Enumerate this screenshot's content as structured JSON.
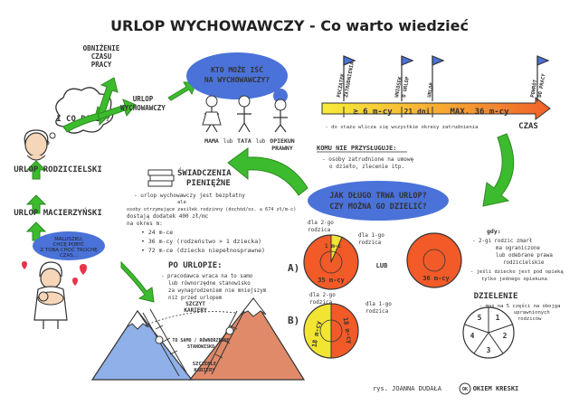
{
  "title": "URLOP WYCHOWAWCZY - Co warto wiedzieć",
  "left_column": {
    "macierzynski": "URLOP MACIERZYŃSKI",
    "rodzicielski": "URLOP RODZICIELSKI",
    "i_co_dalej": "I CO DALEJ?",
    "baby_bubble": [
      "MALUSZKU,",
      "CHCĘ POBYĆ",
      "Z TOBĄ CHOĆ TROCHĘ",
      "CZAS..."
    ]
  },
  "center_top": {
    "obnizenie": [
      "OBNIŻENIE",
      "CZASU",
      "PRACY"
    ],
    "urlop_wych": [
      "URLOP",
      "WYCHOWAWCZY"
    ],
    "kto_moze": [
      "KTO MOŻE IŚĆ",
      "NA WYCHOWAWCZY?"
    ],
    "mama": "MAMA",
    "lub1": "lub",
    "tata": "TATA",
    "lub2": "lub",
    "opiekun": [
      "OPIEKUN",
      "PRAWNY"
    ]
  },
  "swiadczenia": {
    "heading": [
      "ŚWIADCZENIA",
      "PIENIĘŻNE"
    ],
    "lines": [
      "- urlop wychowawczy jest bezpłatny",
      "ale",
      "osoby otrzymujące zasiłek rodzinny (dochód/os. ≤ 674 zł/m-c)",
      "dostają dodatek 400 zł/mc",
      "na okres m:",
      "• 24 m-ce",
      "• 36 m-cy (rodzeństwo > 1 dziecka)",
      "• 72 m-ce (dziecko niepełnosprawne)"
    ]
  },
  "po_urlopie": {
    "heading": "PO URLOPIE:",
    "lines": [
      "- pracodawca wraca na to samo",
      "lub równorzędne stanowisko",
      "za wynagrodzeniem nie mniejszym",
      "niż przed urlopem"
    ],
    "szczyt": [
      "SZCZYT",
      "KARIERY"
    ],
    "to_samo": [
      "TO SAMO / RÓWNORZĘDNE",
      "STANOWISKO"
    ],
    "szczeble": [
      "SZCZEBLE",
      "KARIERY"
    ]
  },
  "timeline": {
    "flag1": [
      "POCZĄTEK",
      "ZATRUDNIENIA"
    ],
    "flag2": [
      "WNIOSEK",
      "O URLOP"
    ],
    "flag3": [
      "URLOP"
    ],
    "flag4": [
      "POWRÓT",
      "DO PRACY"
    ],
    "seg1": "≥ 6 m-cy",
    "seg2": "21 dni",
    "seg3": "MAX. 36 m-cy",
    "note": "- do stażu wlicza się wszystkie okresy zatrudnienia",
    "czas": "CZAS"
  },
  "komu_nie": {
    "heading": "KOMU NIE PRZYSŁUGUJE:",
    "lines": [
      "- osoby zatrudnione na umowę",
      "o dzieło, zlecenie itp."
    ]
  },
  "jak_dlugo": [
    "JAK DŁUGO TRWA URLOP?",
    "CZY MOŻNA GO DZIELIĆ?"
  ],
  "pies": {
    "a_label": "A)",
    "b_label": "B)",
    "a_small": "1 m-c",
    "a_big": "35 m-cy",
    "a_note": [
      "dla 1-go",
      "rodzica"
    ],
    "a_top_note": [
      "dla 2-go",
      "rodzica"
    ],
    "lub": "LUB",
    "right_big": "36 m-cy",
    "gdy": "gdy:",
    "gdy_lines": [
      "- 2-gi rodzic zmarł",
      "ma ograniczone",
      "lub odebrane prawa",
      "rodzicielskie",
      "- jeśli dziecko jest pod opieką",
      "tylko jednego opiekuna"
    ],
    "b_left": "18 m-cy",
    "b_right": "18 m-cy",
    "b_note_l": [
      "dla 2-go",
      "rodzica"
    ],
    "b_note_r": [
      "dla 1-go",
      "rodzica"
    ]
  },
  "dzielenie": {
    "heading": "DZIELENIE",
    "lines": [
      "- max na 5 części na obojga",
      "uprawnionych",
      "rodziców"
    ],
    "parts": [
      "1",
      "2",
      "3",
      "4",
      "5"
    ]
  },
  "footer": {
    "author": "rys. JOANNA DUDAŁA",
    "logo_mark": "OK",
    "brand": "OKIEM KRESKI"
  },
  "colors": {
    "green": "#3dbb2e",
    "blue": "#4a72d8",
    "orange": "#f28a28",
    "yellow": "#f2e432",
    "red_pie": "#f25a28",
    "skin": "#f5d6b8"
  }
}
